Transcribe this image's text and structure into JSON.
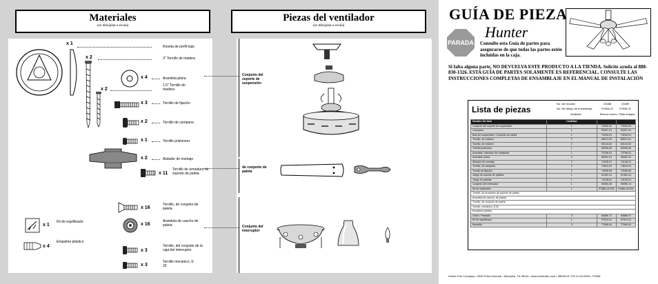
{
  "materials": {
    "title": "Materiales",
    "subtitle": "(no dibujadas a escala)",
    "items": [
      {
        "qty": "x 1",
        "label": "Roseta de perfil bajo"
      },
      {
        "qty": "x 2",
        "label": "3\" Tornillo de madera"
      },
      {
        "qty": "x 4",
        "label": "Arandela plana"
      },
      {
        "qty": "x 2",
        "label": "1.5\" Tornillo de madera"
      },
      {
        "qty": "x 3",
        "label": "Tornillo de fijación"
      },
      {
        "qty": "x 2",
        "label": "Tornillo de campana"
      },
      {
        "qty": "x 1",
        "label": "Tornillo prisionero"
      },
      {
        "qty": "x 2",
        "label": "Aislador de montaje"
      },
      {
        "qty": "x 11",
        "label": "Tornillo de armadura de soporte de paleta"
      },
      {
        "qty": "x 16",
        "label": "Tornillo, de conjunto de paleta"
      },
      {
        "qty": "x 16",
        "label": "Arandela de caucho de paleta"
      },
      {
        "qty": "x 1",
        "label": "Kit de equilibrado"
      },
      {
        "qty": "x 4",
        "label": "Empalme plástico"
      },
      {
        "qty": "x 3",
        "label": "Tornillo, del conjunto de la caja del interruptor"
      },
      {
        "qty": "x 3",
        "label": "Tornillo mecánico, 6-32"
      }
    ]
  },
  "fan_parts": {
    "title": "Piezas del ventilador",
    "subtitle": "(no dibujadas a escala)",
    "sections": [
      {
        "label": "Conjunto del soporte de suspensión"
      },
      {
        "label": "de conjunto de paleta"
      },
      {
        "label": "Conjunto del interruptor"
      }
    ]
  },
  "guide": {
    "title": "GUÍA DE PIEZAS",
    "brand": "Hunter",
    "stop_sign": "PARADA",
    "intro": "Consulte esta Guía de partes para asegurarse de que todas las partes estén incluidas en la caja.",
    "notice": "Si falta alguna parte, NO DEVUELVA ESTE PRODUCTO A LA TIENDA. Solicite ayuda al 888-830-1326. ESTA GUÍA DE PARTES SOLAMENTE ES REFERENCIAL. CONSULTE LAS INSTRUCCIONES COMPLETAS DE ENSAMBLAJE EN EL MANUAL DE INSTALACIÓN"
  },
  "parts_list": {
    "title": "Lista de piezas",
    "model_label": "No. del modelo",
    "drawing_label": "No. del dibujo de ensamblaje",
    "finish_label": "Acabado",
    "models": [
      "23488",
      "23489"
    ],
    "drawings": [
      "97606-01",
      "97606-02"
    ],
    "finishes": [
      "Bronce nuevo",
      "Plata antigua"
    ],
    "col_item": "Nombre del ítem",
    "col_qty": "Cantidad",
    "rows": [
      [
        "Conjunto del soporte de suspensión",
        "1",
        "74090-02",
        "74090-02"
      ],
      [
        "Campana",
        "1",
        "92097-01",
        "92097-01"
      ],
      [
        "Bola de suspensión / Conjunto de varilla",
        "1",
        "74240-01",
        "74240-01"
      ],
      [
        "Tornillo, de madera",
        "2",
        "65072-02",
        "65072-01"
      ],
      [
        "Tornillo, de madera",
        "2",
        "63144-02",
        "63144-02"
      ],
      [
        "Tornillo prisionero",
        "1",
        "83305-06",
        "83305-06"
      ],
      [
        "Arandela, retención del instalador",
        "1",
        "73756-01",
        "73756-01"
      ],
      [
        "Arandela, plana",
        "4",
        "66301-01",
        "66301-01"
      ],
      [
        "Aislador de montaje",
        "2",
        "74135-01",
        "74135-01"
      ],
      [
        "Tornillo, de campana",
        "2",
        "74610-04",
        "74610-04"
      ],
      [
        "Tornillo de fijación",
        "3",
        "74006-06",
        "74006-06"
      ],
      [
        "Juego de soporte de paletas",
        "1",
        "91451-01",
        "91451-01"
      ],
      [
        "Juego de paletas",
        "1",
        "74135-01",
        "74135-01"
      ],
      [
        "Conjunto del interruptor",
        "1",
        "90050-30",
        "90050-13"
      ],
      [
        "Kit de materiales",
        "1",
        "97486-02-002",
        "97486-03-001"
      ]
    ],
    "kit_contents": [
      "Tornillo, de armadura de soporte de paleta",
      "Arandela de caucho, de paleta",
      "Tornillo, de conjunto de paleta",
      "Tornillo, mecánico, 6-32",
      "Empalme plástico"
    ],
    "extra_rows": [
      [
        "Globo / Pantalla",
        "3",
        "84866-72",
        "84866-07"
      ],
      [
        "Kit de equilibrado",
        "1",
        "97570-01",
        "97570-01"
      ],
      [
        "Bombilla",
        "3",
        "77846-04",
        "77846-04"
      ]
    ]
  },
  "footer": "Hunter Fan Company  •  2500 Frisco Avenue  •  Memphis, TN 38114  •  www.hunterfan.com  •  98009-01-799  11-03-2006  •  ©2006"
}
